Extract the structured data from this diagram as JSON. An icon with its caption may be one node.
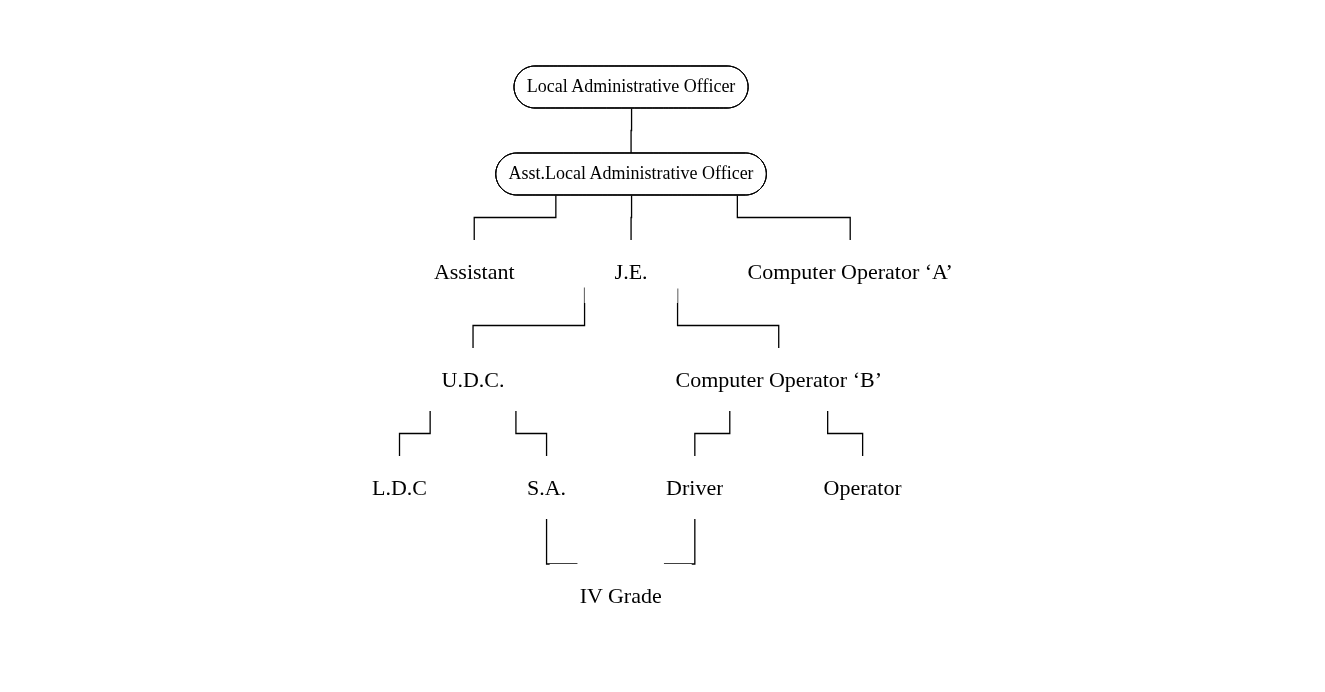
{
  "diagram": {
    "nodes": [
      {
        "text": [
          "Local Administrative Officer"
        ]
      },
      {
        "text": [
          "Asst.Local Administrative Officer"
        ]
      },
      {
        "text": [
          "Assistant"
        ]
      },
      {
        "text": [
          "J.E."
        ]
      },
      {
        "text": [
          "Computer Operator ‘A’"
        ]
      },
      {
        "text": [
          "U.D.C."
        ]
      },
      {
        "text": [
          "Computer Operator ‘B’"
        ]
      },
      {
        "text": [
          "L.D.C"
        ]
      },
      {
        "text": [
          "S.A."
        ]
      },
      {
        "text": [
          "Driver"
        ]
      },
      {
        "text": [
          "Operator"
        ]
      },
      {
        "text": [
          "IV Grade"
        ]
      }
    ],
    "edges": [
      {
        "from": 0,
        "to": 1,
        "arrow": "none"
      },
      {
        "from": 1,
        "to": 2,
        "arrow": "none"
      },
      {
        "from": 1,
        "to": 3,
        "arrow": "none"
      },
      {
        "from": 1,
        "to": 4,
        "arrow": "none"
      },
      {
        "from": 3,
        "to": 5,
        "arrow": "none"
      },
      {
        "from": 3,
        "to": 6,
        "arrow": "none"
      },
      {
        "from": 5,
        "to": 7,
        "arrow": "none"
      },
      {
        "from": 5,
        "to": 8,
        "arrow": "none"
      },
      {
        "from": 6,
        "to": 9,
        "arrow": "none"
      },
      {
        "from": 6,
        "to": 10,
        "arrow": "none"
      },
      {
        "from": 8,
        "to": 11,
        "arrow": "none"
      },
      {
        "from": 9,
        "to": 11,
        "arrow": "none"
      }
    ]
  }
}
